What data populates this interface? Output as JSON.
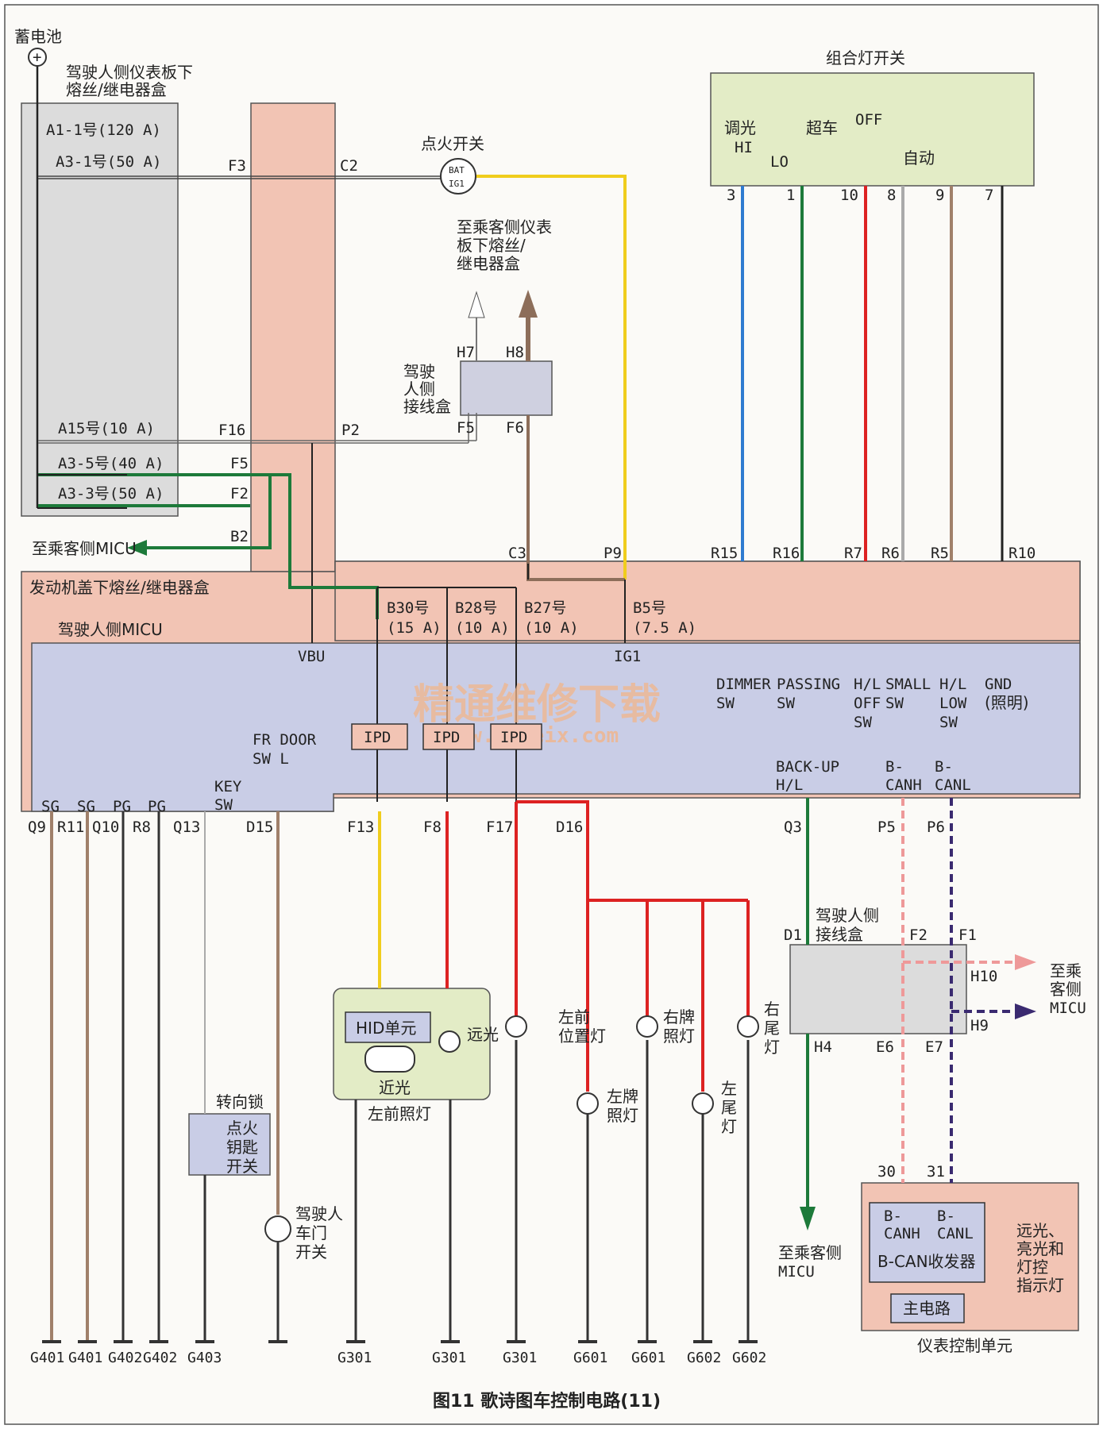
{
  "battery": {
    "label": "蓄电池"
  },
  "driver_fuse_box": {
    "label_line1": "驾驶人侧仪表板下",
    "label_line2": "熔丝/继电器盒",
    "fuses": [
      "A1-1号(120 A)",
      "A3-1号(50 A)",
      "A15号(10 A)",
      "A3-5号(40 A)",
      "A3-3号(50 A)"
    ]
  },
  "connectors": {
    "F3": "F3",
    "C2": "C2",
    "F16": "F16",
    "P2": "P2",
    "F5": "F5",
    "F2": "F2",
    "B2": "B2",
    "H7": "H7",
    "H8": "H8",
    "F5b": "F5",
    "F6": "F6",
    "C3": "C3",
    "P9": "P9",
    "R15": "R15",
    "R16": "R16",
    "R7": "R7",
    "R6": "R6",
    "R5": "R5",
    "R10": "R10"
  },
  "ignition": {
    "label": "点火开关",
    "bat": "BAT",
    "ig1": "IG1"
  },
  "passenger_fuse": {
    "line1": "至乘客侧仪表",
    "line2": "板下熔丝/",
    "line3": "继电器盒"
  },
  "driver_junction": {
    "line1": "驾驶",
    "line2": "人侧",
    "line3": "接线盒"
  },
  "to_passenger_micu": "至乘客侧MICU",
  "engine_fuse_box": "发动机盖下熔丝/继电器盒",
  "combo_switch": {
    "title": "组合灯开关",
    "dim": "调光",
    "hi": "HI",
    "lo": "LO",
    "pass": "超车",
    "off": "OFF",
    "auto": "自动",
    "pins": [
      "3",
      "1",
      "10",
      "8",
      "9",
      "7"
    ]
  },
  "micu": {
    "title": "驾驶人侧MICU",
    "vbu": "VBU",
    "ig1": "IG1",
    "fuses": [
      {
        "n": "B30号",
        "a": "(15 A)"
      },
      {
        "n": "B28号",
        "a": "(10 A)"
      },
      {
        "n": "B27号",
        "a": "(10 A)"
      },
      {
        "n": "B5号",
        "a": "(7.5 A)"
      }
    ],
    "ipd": [
      "IPD",
      "IPD",
      "IPD"
    ],
    "inputs": [
      {
        "l1": "DIMMER",
        "l2": "SW"
      },
      {
        "l1": "PASSING",
        "l2": "SW"
      },
      {
        "l1": "H/L",
        "l2": "OFF",
        "l3": "SW"
      },
      {
        "l1": "SMALL",
        "l2": "SW"
      },
      {
        "l1": "H/L",
        "l2": "LOW",
        "l3": "SW"
      },
      {
        "l1": "GND",
        "l2": "(照明)"
      }
    ],
    "frdoor1": "FR DOOR",
    "frdoor2": "SW L",
    "key1": "KEY",
    "key2": "SW",
    "backup1": "BACK-UP",
    "backup2": "H/L",
    "canh1": "B-",
    "canh2": "CANH",
    "canl1": "B-",
    "canl2": "CANL",
    "bottom_pins": [
      "SG",
      "SG",
      "PG",
      "PG"
    ],
    "bottom_conn": [
      "Q9",
      "R11",
      "Q10",
      "R8",
      "Q13",
      "D15",
      "F13",
      "F8",
      "F17",
      "D16",
      "Q3",
      "P5",
      "P6"
    ]
  },
  "watermark": {
    "cn": "精通维修下载",
    "url": "www.gzweix.com"
  },
  "loads": {
    "left_headlight": {
      "hid": "HID单元",
      "low": "近光",
      "high": "远光",
      "name": "左前照灯"
    },
    "left_pos": "左前位置灯",
    "lf1": "左前",
    "lf2": "位置灯",
    "right_plate1": "右牌",
    "right_plate2": "照灯",
    "right_tail1": "右",
    "right_tail2": "尾",
    "right_tail3": "灯",
    "left_plate1": "左牌",
    "left_plate2": "照灯",
    "left_tail1": "左",
    "left_tail2": "尾",
    "left_tail3": "灯",
    "turn_lock": "转向锁",
    "key_sw1": "点火",
    "key_sw2": "钥匙",
    "key_sw3": "开关",
    "door1": "驾驶人",
    "door2": "车门",
    "door3": "开关"
  },
  "junction2": {
    "l1": "驾驶人侧",
    "l2": "接线盒",
    "D1": "D1",
    "F2": "F2",
    "F1": "F1",
    "H10": "H10",
    "H9": "H9",
    "H4": "H4",
    "E6": "E6",
    "E7": "E7"
  },
  "to_passenger2": {
    "l1": "至乘",
    "l2": "客侧",
    "l3": "MICU"
  },
  "to_passenger3": {
    "l1": "至乘客侧",
    "l2": "MICU"
  },
  "meter": {
    "p30": "30",
    "p31": "31",
    "canh1": "B-",
    "canh2": "CANH",
    "canl1": "B-",
    "canl2": "CANL",
    "rx": "B-CAN收发器",
    "main": "主电路",
    "ind1": "远光、",
    "ind2": "亮光和",
    "ind3": "灯控",
    "ind4": "指示灯",
    "name": "仪表控制单元"
  },
  "grounds": [
    "G401",
    "G401",
    "G402",
    "G402",
    "G403",
    "G301",
    "G301",
    "G301",
    "G601",
    "G601",
    "G602",
    "G602"
  ],
  "caption": "图11 歌诗图车控制电路(11)",
  "colors": {
    "pink": "#f2c4b4",
    "blue": "#c9cde6",
    "green_box": "#e3ecc6",
    "grey": "#dcdcdc",
    "jbox": "#cfd0e0"
  }
}
